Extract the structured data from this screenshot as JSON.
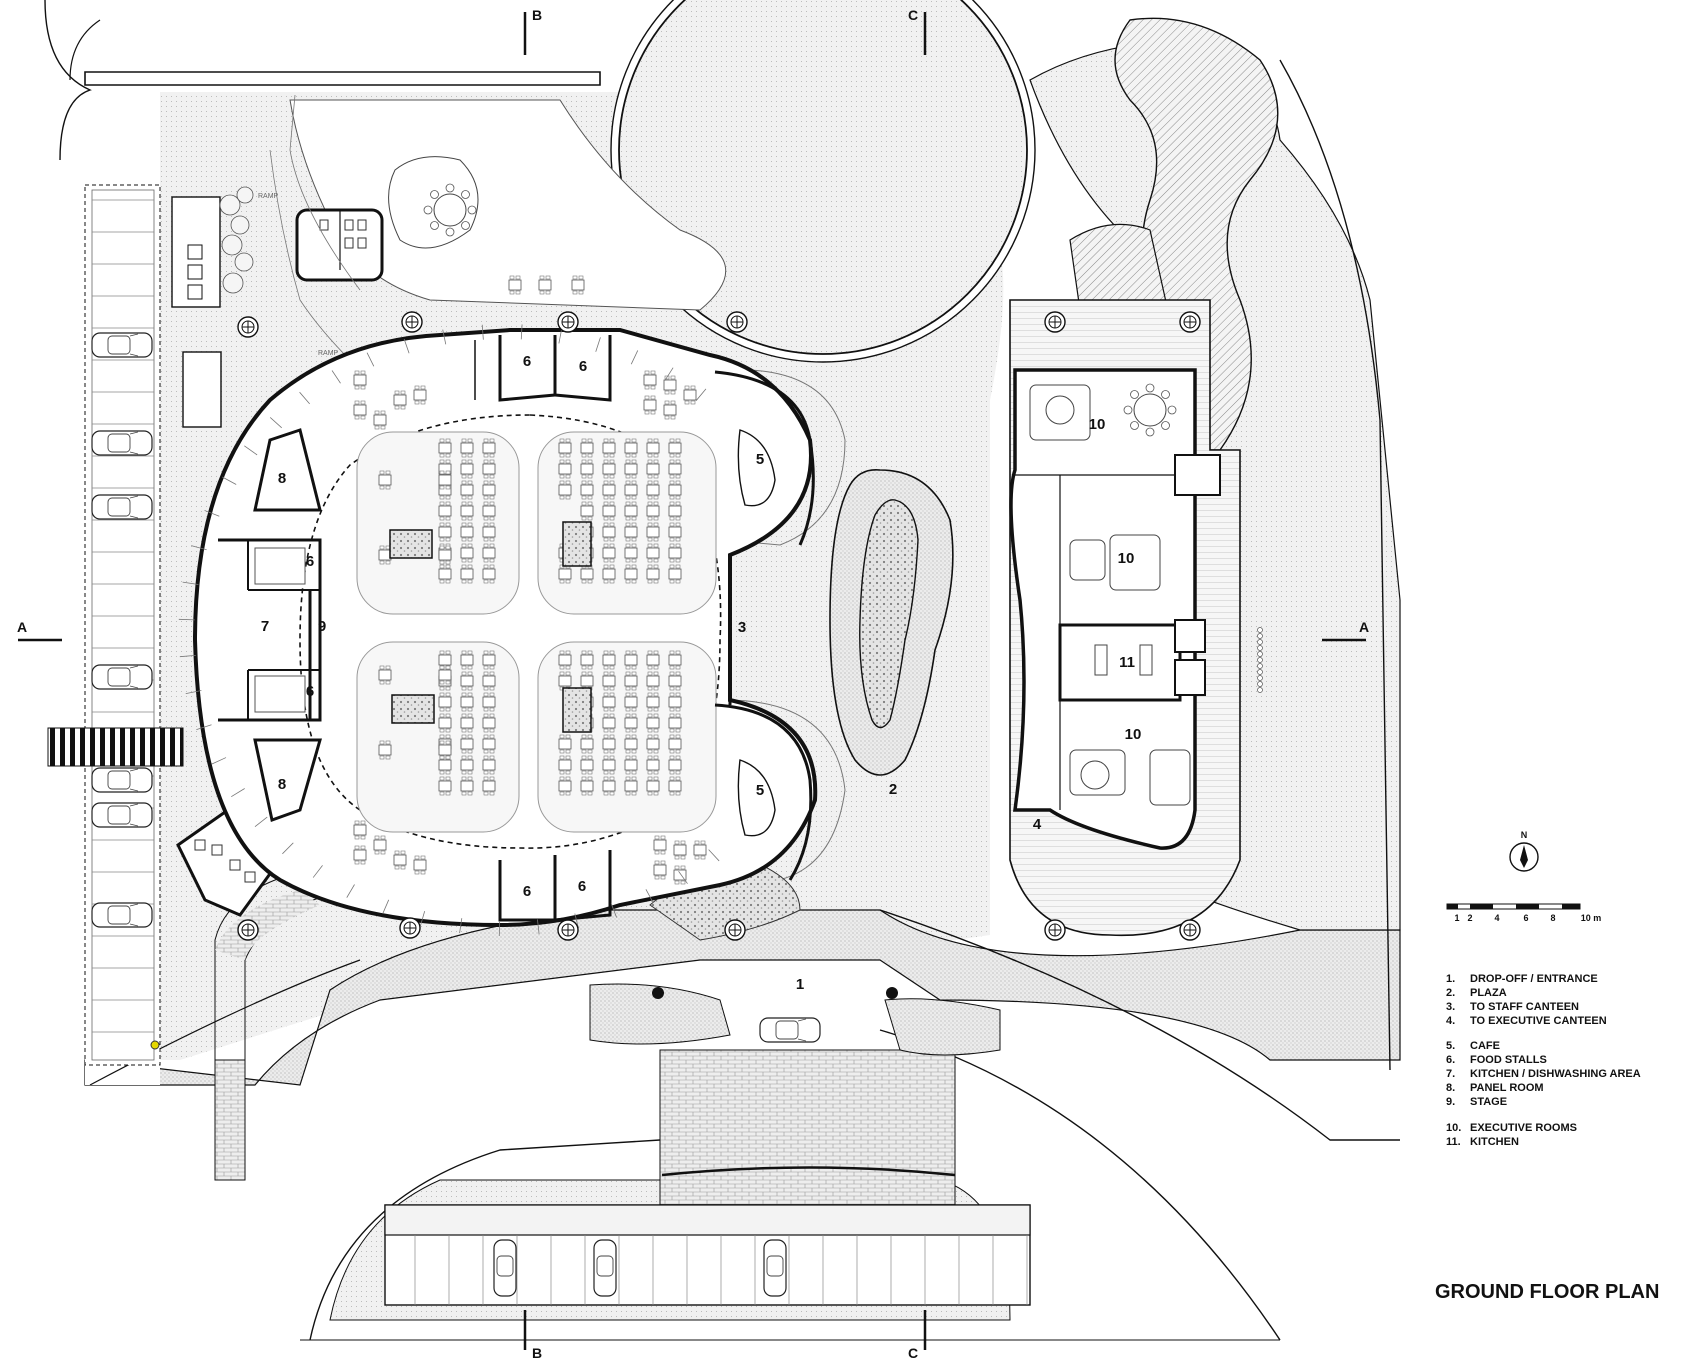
{
  "title": "GROUND FLOOR PLAN",
  "section_markers": {
    "a_left": "A",
    "a_right": "A",
    "b_top": "B",
    "b_bottom": "B",
    "c_top": "C",
    "c_bottom": "C"
  },
  "north_label": "N",
  "scale_bar": {
    "ticks": [
      "1",
      "2",
      "4",
      "6",
      "8",
      "10 m"
    ]
  },
  "ramp_labels": [
    "RAMP",
    "RAMP"
  ],
  "room_labels": {
    "r1": "1",
    "r2": "2",
    "r3": "3",
    "r4": "4",
    "r5_top": "5",
    "r5_bottom": "5",
    "r6_top_left": "6",
    "r6_top_right": "6",
    "r6_mid_upper": "6",
    "r6_mid_lower": "6",
    "r6_bottom_left": "6",
    "r6_bottom_right": "6",
    "r7": "7",
    "r8_top": "8",
    "r8_bottom": "8",
    "r9": "9",
    "r10_top": "10",
    "r10_mid": "10",
    "r10_bottom": "10",
    "r11": "11"
  },
  "legend": {
    "group1": [
      {
        "num": "1.",
        "text": "DROP-OFF / ENTRANCE"
      },
      {
        "num": "2.",
        "text": "PLAZA"
      },
      {
        "num": "3.",
        "text": "TO STAFF CANTEEN"
      },
      {
        "num": "4.",
        "text": "TO EXECUTIVE CANTEEN"
      }
    ],
    "group2": [
      {
        "num": "5.",
        "text": "CAFE"
      },
      {
        "num": "6.",
        "text": "FOOD STALLS"
      },
      {
        "num": "7.",
        "text": "KITCHEN / DISHWASHING AREA"
      },
      {
        "num": "8.",
        "text": "PANEL ROOM"
      },
      {
        "num": "9.",
        "text": "STAGE"
      }
    ],
    "group3": [
      {
        "num": "10.",
        "text": "EXECUTIVE ROOMS"
      },
      {
        "num": "11.",
        "text": "KITCHEN"
      }
    ]
  },
  "colors": {
    "line": "#111111",
    "paving": "#e6e6e6",
    "landscape": "#d9d9d9",
    "hatch": "#9a9a9a",
    "floor": "#ffffff"
  },
  "icons": [
    "tree-icon",
    "car-icon",
    "table-icon",
    "north-arrow-icon"
  ]
}
